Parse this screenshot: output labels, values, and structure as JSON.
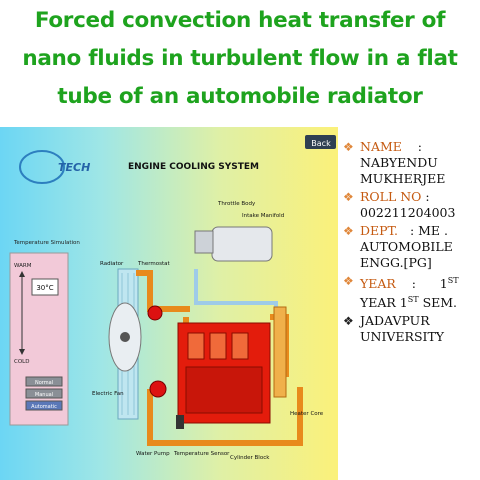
{
  "title": {
    "line1": "Forced convection heat transfer of",
    "line2": "nano fluids in turbulent flow in a flat",
    "line3": "tube of an automobile radiator"
  },
  "diagram": {
    "heading": "ENGINE COOLING SYSTEM",
    "back_button": "Back",
    "logo": "TECH",
    "panel_title": "Temperature Simulation",
    "warm_label": "WARM",
    "cold_label": "COLD",
    "temperature": "30°C",
    "buttons": [
      "Normal",
      "Manual",
      "Automatic"
    ],
    "labels": {
      "throttle_body": "Throttle Body",
      "intake_manifold": "Intake Manifold",
      "radiator": "Radiator",
      "thermostat": "Thermostat",
      "electric_fan": "Electric Fan",
      "heater_core": "Heater Core",
      "cylinder_block": "Cylinder Block",
      "water_pump": "Water Pump",
      "temperature_sensor": "Temperature Sensor"
    }
  },
  "info": {
    "name_label": "NAME",
    "name_sep": ":",
    "name_value": "NABYENDU MUKHERJEE",
    "roll_label": "ROLL NO",
    "roll_sep": ":",
    "roll_value": "002211204003",
    "dept_label": "DEPT.",
    "dept_sep": ": ME .",
    "dept_value": "AUTOMOBILE ENGG.[PG]",
    "year_label": "YEAR",
    "year_sep": ":",
    "year_value_a": "1",
    "year_value_b": "ST",
    "year_value_c": "YEAR 1",
    "year_value_d": "ST",
    "year_value_e": "SEM.",
    "university": "JADAVPUR UNIVERSITY"
  },
  "colors": {
    "title": "#1ea31e",
    "bullet": "#e0873a",
    "label": "#c55a11",
    "engine": "#e31c0c",
    "hose": "#e88a1c"
  }
}
